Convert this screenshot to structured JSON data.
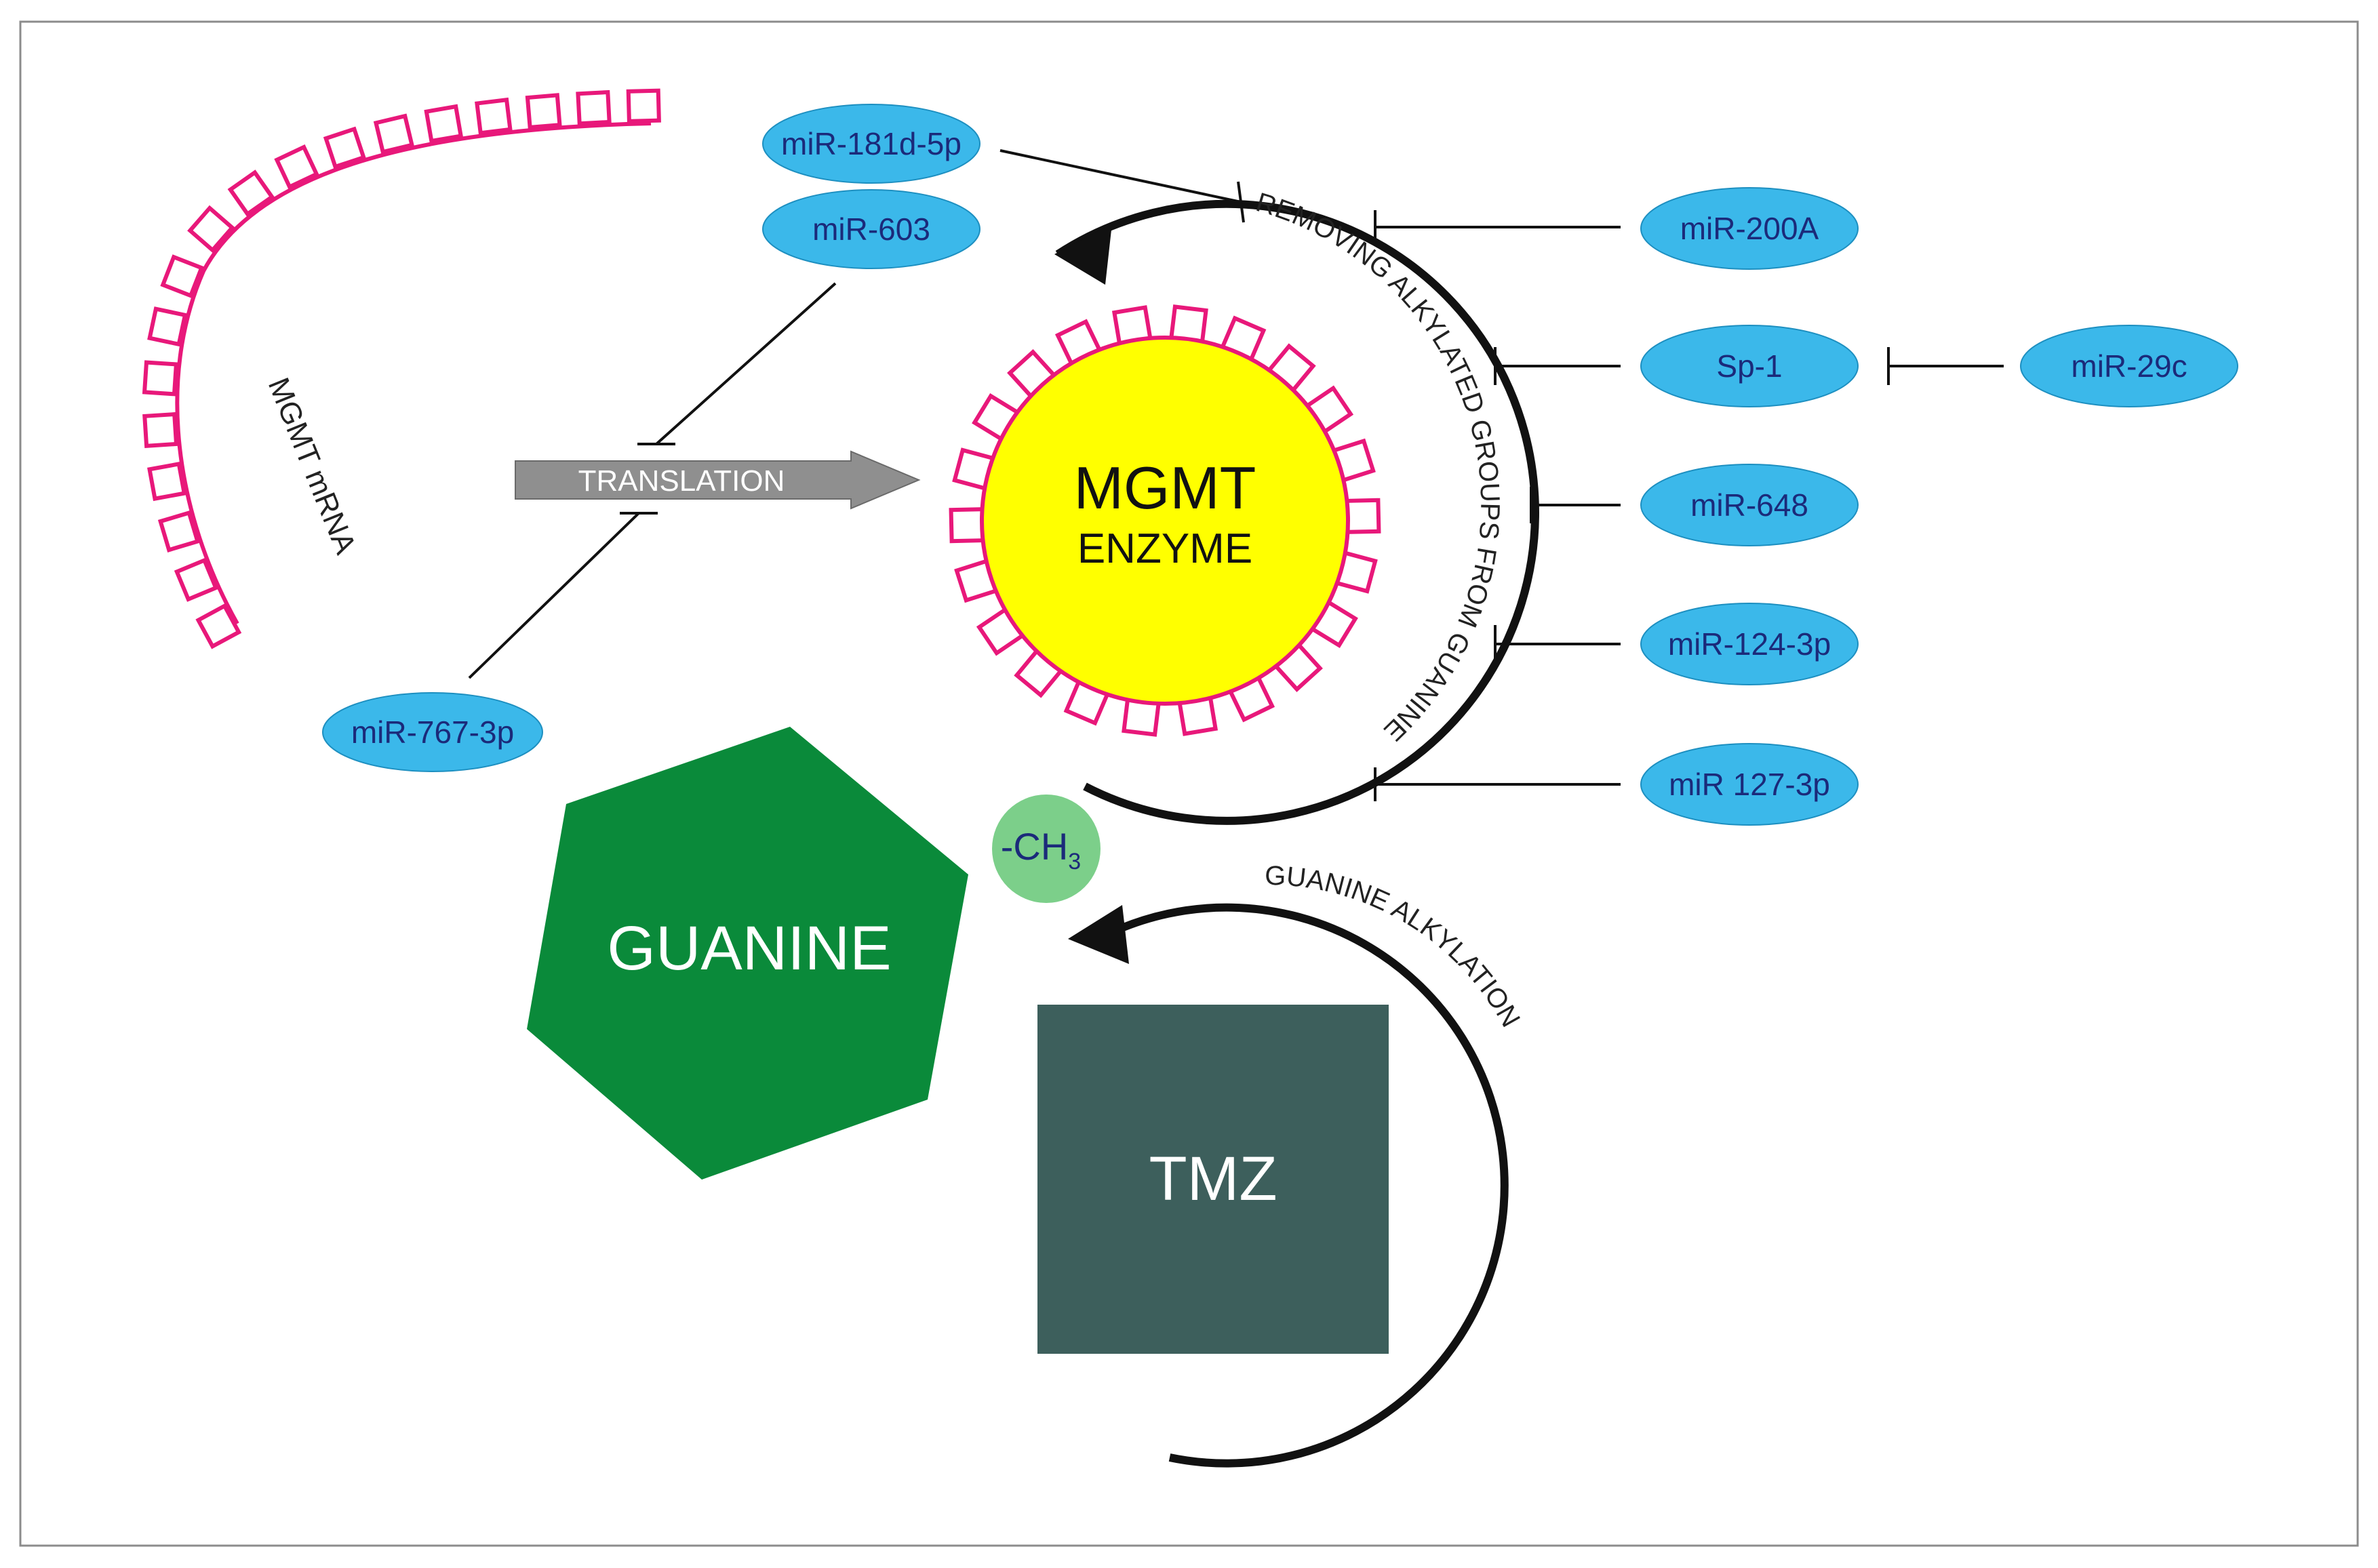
{
  "mrna": {
    "label": "MGMT mRNA"
  },
  "translation": {
    "label": "TRANSLATION"
  },
  "enzyme": {
    "line1": "MGMT",
    "line2": "ENZYME"
  },
  "removing_arc": {
    "label": "REMOVING ALKYLATED  GROUPS  FROM GUANINE"
  },
  "guanine": {
    "label": "GUANINE"
  },
  "methyl": {
    "label": "-CH",
    "subscript": "3"
  },
  "tmz": {
    "label": "TMZ"
  },
  "alkylation_arc": {
    "label": "GUANINE ALKYLATION"
  },
  "mirnas": {
    "mir181d": "miR-181d-5p",
    "mir603": "miR-603",
    "mir767": "miR-767-3p",
    "mir200a": "miR-200A",
    "sp1": "Sp-1",
    "mir29c": "miR-29c",
    "mir648": "miR-648",
    "mir124": "miR-124-3p",
    "mir127": "miR 127-3p"
  },
  "colors": {
    "mirna_fill": "#3bb8ea",
    "mirna_text": "#1b2a7a",
    "enzyme_fill": "#ffff00",
    "mrna_pink": "#e8187a",
    "guanine_green": "#0a8a3a",
    "methyl_green": "#7ccf8a",
    "tmz_slate": "#3d5f5c",
    "translation_gray": "#8f8f8f"
  }
}
